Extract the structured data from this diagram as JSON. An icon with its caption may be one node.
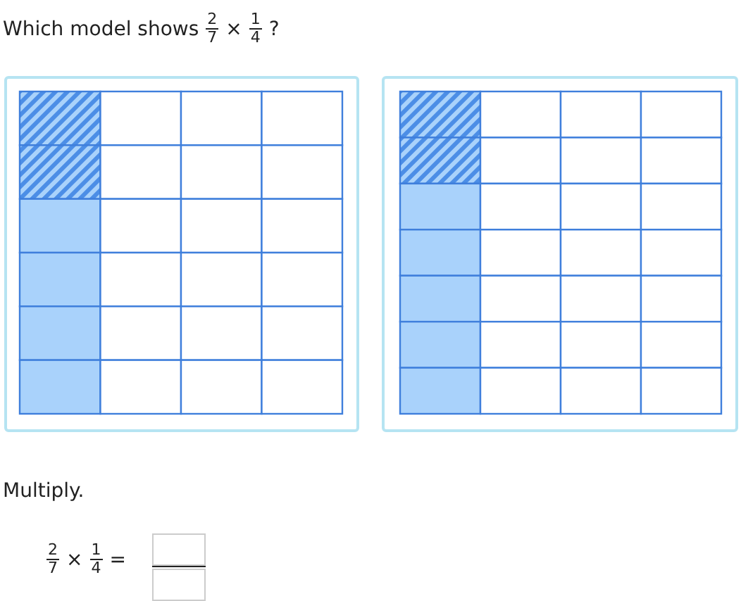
{
  "diagram": {
    "title": "Which model shows",
    "labels": [
      "2",
      "7",
      "×",
      "1",
      "4",
      "?",
      "Multiply.",
      "2",
      "7",
      "×",
      "1",
      "4",
      "="
    ]
  }
}
